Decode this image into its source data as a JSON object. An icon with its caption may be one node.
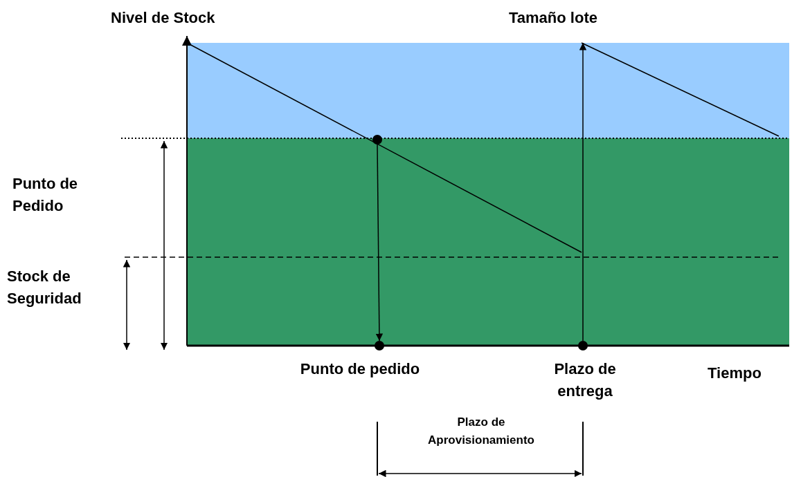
{
  "diagram": {
    "nodes": [
      {
        "text": [],
        "shape": "circle"
      },
      {
        "text": [],
        "shape": "circle",
        "beside": [
          "Punto de pedido"
        ]
      },
      {
        "text": [],
        "shape": "circle",
        "beside": [
          "Plazo de entrega"
        ]
      }
    ],
    "edges": [
      {
        "from": 0,
        "to": 1,
        "arrow": "to"
      },
      {
        "from": 2,
        "to": null,
        "arrow": "to"
      }
    ],
    "labels": [
      "Nivel de Stock",
      "Tamaño lote",
      "Punto de Pedido",
      "Stock de Seguridad",
      "Tiempo",
      "Plazo de Aprovisionamiento"
    ]
  }
}
